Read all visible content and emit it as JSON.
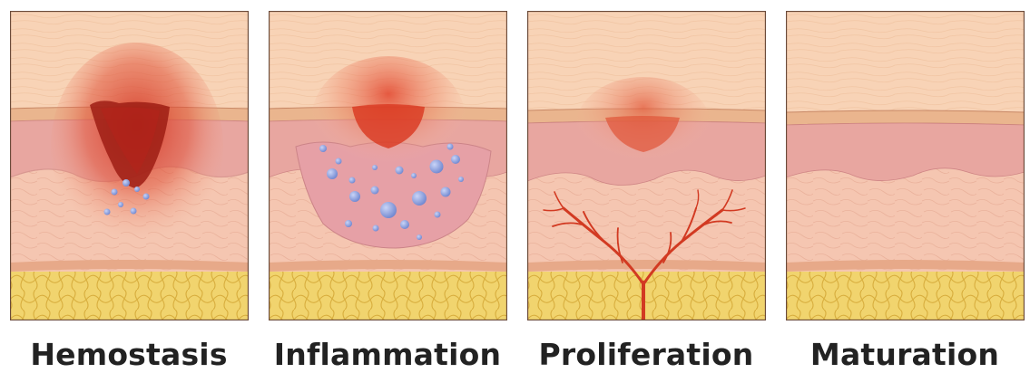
{
  "stages": [
    {
      "label": "Hemostasis"
    },
    {
      "label": "Inflammation"
    },
    {
      "label": "Proliferation"
    },
    {
      "label": "Maturation"
    }
  ],
  "colors": {
    "epidermis": "#f8d2b4",
    "dermis_band": "#e7a09c",
    "dermis_lower": "#f4c2ad",
    "fat": "#f0d36a",
    "wound_red": "#c7281a",
    "cells": "#7f95d6",
    "vessel": "#d23a22",
    "outline": "#6b4b3a"
  },
  "icons": [
    "wound-icon",
    "inflammatory-cell-icon",
    "blood-vessel-icon"
  ]
}
